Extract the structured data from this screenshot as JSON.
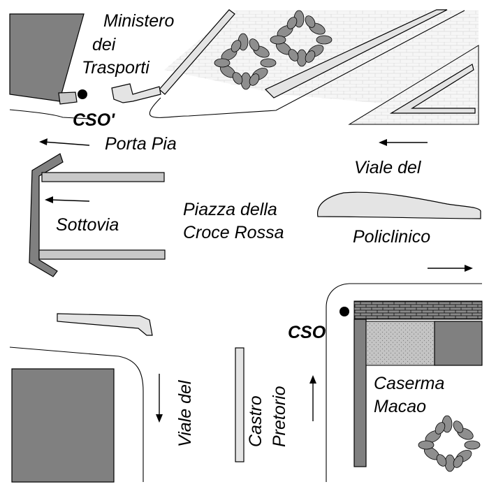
{
  "labels": {
    "ministero_line1": "Ministero",
    "ministero_line2": "dei",
    "ministero_line3": "Trasporti",
    "cso_north": "CSO'",
    "porta_pia": "Porta Pia",
    "viale_del_right": "Viale del",
    "sottovia": "Sottovia",
    "piazza_line1": "Piazza della",
    "piazza_line2": "Croce Rossa",
    "policlinico": "Policlinico",
    "cso_south": "CSO",
    "caserma_line1": "Caserma",
    "caserma_line2": "Macao",
    "viale_del_vertical": "Viale del",
    "castro": "Castro",
    "pretorio": "Pretorio"
  },
  "colors": {
    "building_dark": "#808080",
    "building_light": "#c8c8c8",
    "tree": "#8e8e8e",
    "sensor_dot": "#000000"
  },
  "icons": {
    "sensor": "filled-circle",
    "tree": "tree-canopy",
    "direction": "arrow"
  }
}
